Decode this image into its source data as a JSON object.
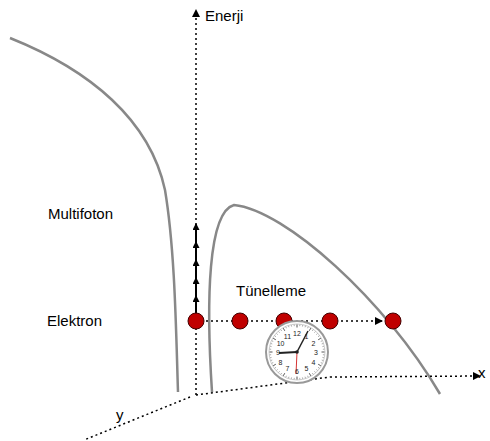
{
  "diagram": {
    "labels": [
      "Enerji",
      "Multifoton",
      "Tünelleme",
      "Elektron",
      "x",
      "y",
      "12",
      "1",
      "2",
      "3",
      "4",
      "5",
      "6",
      "7",
      "8",
      "9",
      "10",
      "11"
    ]
  }
}
